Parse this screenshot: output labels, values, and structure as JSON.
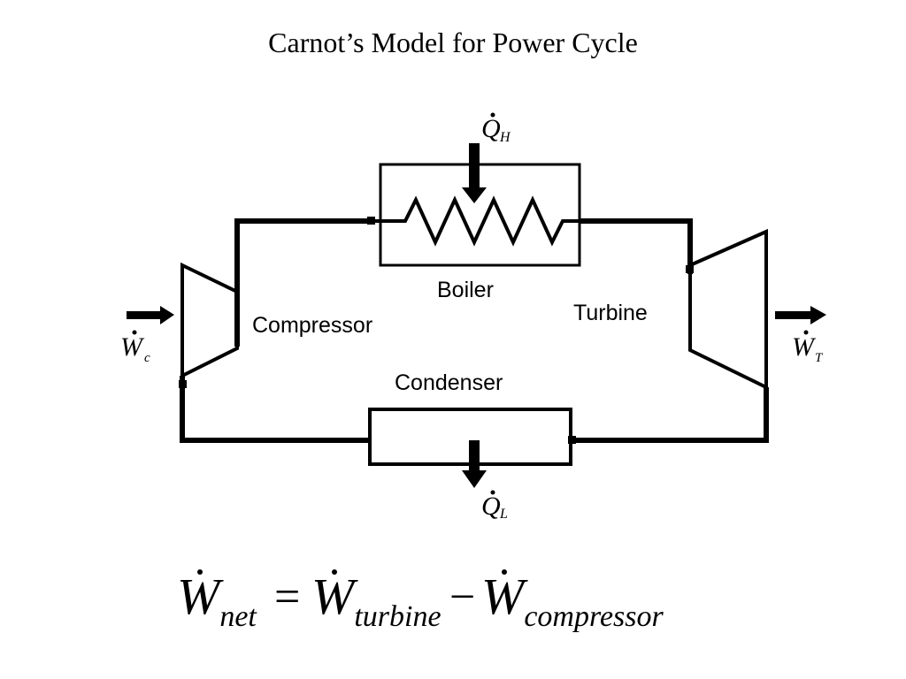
{
  "title": "Carnot’s Model for Power Cycle",
  "components": {
    "boiler": "Boiler",
    "compressor": "Compressor",
    "turbine": "Turbine",
    "condenser": "Condenser"
  },
  "symbols": {
    "heat_in_base": "Q",
    "heat_in_sub": "H",
    "heat_out_base": "Q",
    "heat_out_sub": "L",
    "work_compressor_base": "W",
    "work_compressor_sub": "c",
    "work_turbine_base": "W",
    "work_turbine_sub": "T"
  },
  "equation": {
    "lhs_symbol": "W",
    "lhs_sub": "net",
    "equals": "=",
    "term1_symbol": "W",
    "term1_sub": "turbine",
    "minus": "−",
    "term2_symbol": "W",
    "term2_sub": "compressor"
  }
}
